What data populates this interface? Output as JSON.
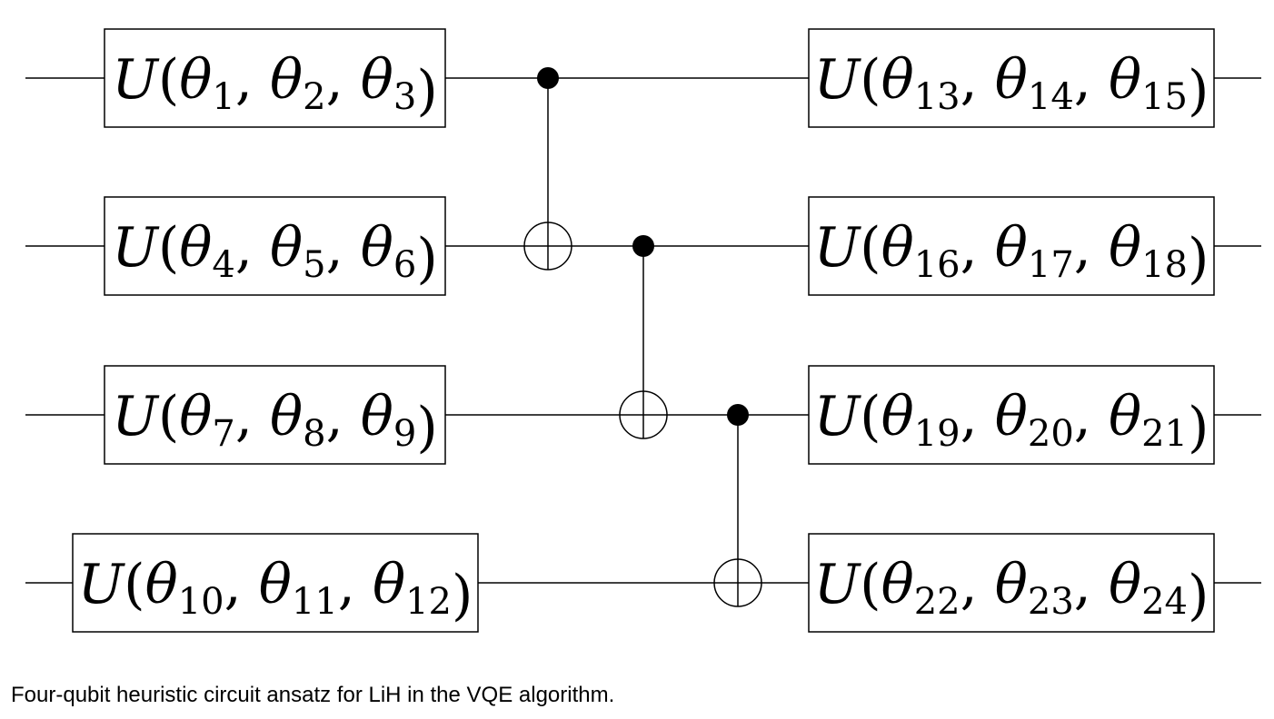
{
  "caption": "Four-qubit heuristic circuit ansatz for LiH in the VQE algorithm.",
  "gates": [
    {
      "name": "U",
      "params": [
        "1",
        "2",
        "3"
      ]
    },
    {
      "name": "U",
      "params": [
        "4",
        "5",
        "6"
      ]
    },
    {
      "name": "U",
      "params": [
        "7",
        "8",
        "9"
      ]
    },
    {
      "name": "U",
      "params": [
        "10",
        "11",
        "12"
      ]
    },
    {
      "name": "U",
      "params": [
        "13",
        "14",
        "15"
      ]
    },
    {
      "name": "U",
      "params": [
        "16",
        "17",
        "18"
      ]
    },
    {
      "name": "U",
      "params": [
        "19",
        "20",
        "21"
      ]
    },
    {
      "name": "U",
      "params": [
        "22",
        "23",
        "24"
      ]
    }
  ],
  "param_symbol": "θ",
  "cnots": [
    {
      "control": 0,
      "target": 1
    },
    {
      "control": 1,
      "target": 2
    },
    {
      "control": 2,
      "target": 3
    }
  ]
}
